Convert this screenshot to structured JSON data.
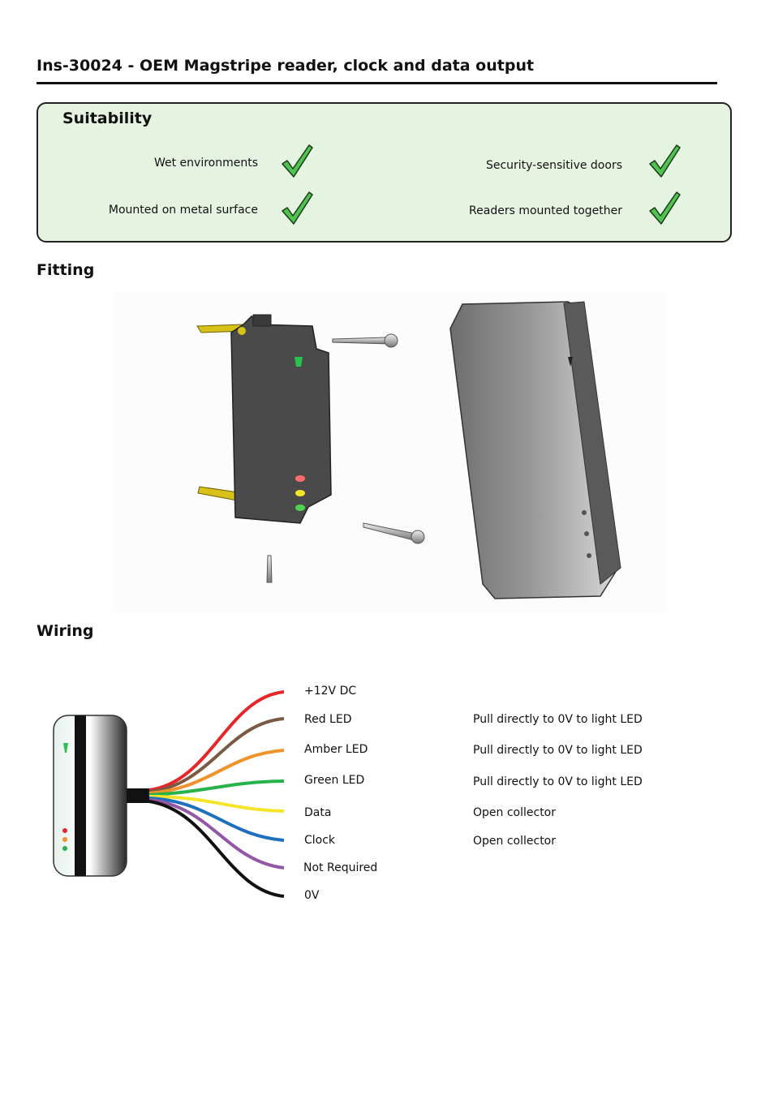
{
  "document": {
    "title": "Ins-30024 - OEM Magstripe reader, clock and data output"
  },
  "suitability": {
    "heading": "Suitability",
    "items": [
      {
        "label": "Wet environments",
        "status": "check-icon"
      },
      {
        "label": "Mounted on metal surface",
        "status": "check-icon"
      },
      {
        "label": "Security-sensitive doors",
        "status": "check-icon"
      },
      {
        "label": "Readers mounted together",
        "status": "check-icon"
      }
    ]
  },
  "fitting": {
    "heading": "Fitting"
  },
  "wiring": {
    "heading": "Wiring",
    "wires": [
      {
        "label": "+12V DC",
        "note": "",
        "color": "#e8262a"
      },
      {
        "label": "Red LED",
        "note": "Pull directly to 0V to light LED",
        "color": "#7a5a45"
      },
      {
        "label": "Amber LED",
        "note": "Pull directly to 0V to light LED",
        "color": "#f0932a"
      },
      {
        "label": "Green LED",
        "note": "Pull directly to 0V to light LED",
        "color": "#27b34a"
      },
      {
        "label": "Data",
        "note": "Open collector",
        "color": "#f5e52a"
      },
      {
        "label": "Clock",
        "note": "Open collector",
        "color": "#1f6fbf"
      },
      {
        "label": "Not Required",
        "note": "",
        "color": "#9457a6"
      },
      {
        "label": "0V",
        "note": "",
        "color": "#111111"
      }
    ]
  },
  "colors": {
    "box_bg": "#e5f4e1",
    "check": "#4fc24f"
  }
}
